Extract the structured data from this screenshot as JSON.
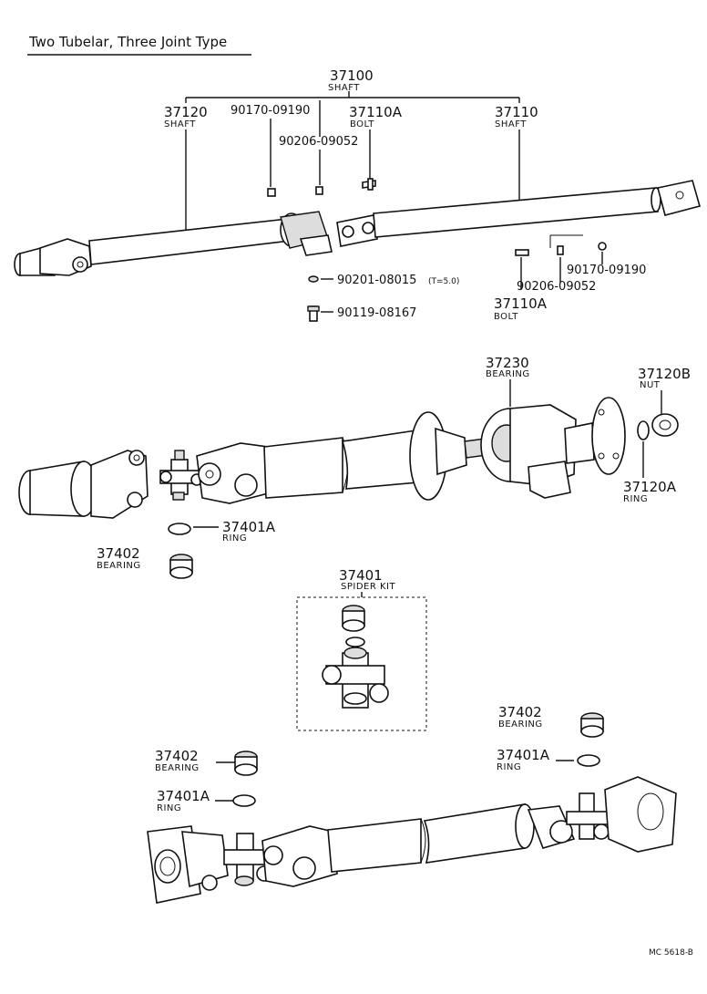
{
  "title": "Two Tubelar, Three Joint Type",
  "footer_code": "MC 5618-B",
  "top_assembly": {
    "shaft_main": {
      "number": "37100",
      "name": "SHAFT"
    },
    "shaft_front": {
      "number": "37120",
      "name": "SHAFT"
    },
    "shaft_rear": {
      "number": "37110",
      "name": "SHAFT"
    },
    "bolt_top": {
      "number": "37110A",
      "name": "BOLT"
    },
    "bolt_right": {
      "number": "37110A",
      "name": "BOLT"
    },
    "nut_top": "90170-09190",
    "washer_top": "90206-09052",
    "nut_right": "90170-09190",
    "washer_right": "90206-09052",
    "shim": "90201-08015",
    "shim_note": "(T=5.0)",
    "bolt_small": "90119-08167"
  },
  "middle_assembly": {
    "bearing_center": {
      "number": "37230",
      "name": "BEARING"
    },
    "nut": {
      "number": "37120B",
      "name": "NUT"
    },
    "ring_flange": {
      "number": "37120A",
      "name": "RING"
    },
    "ring": {
      "number": "37401A",
      "name": "RING"
    },
    "bearing": {
      "number": "37402",
      "name": "BEARING"
    }
  },
  "spider_kit": {
    "number": "37401",
    "name": "SPIDER KIT"
  },
  "bottom_assembly": {
    "bearing_right": {
      "number": "37402",
      "name": "BEARING"
    },
    "ring_right": {
      "number": "37401A",
      "name": "RING"
    },
    "bearing_left": {
      "number": "37402",
      "name": "BEARING"
    },
    "ring_left": {
      "number": "37401A",
      "name": "RING"
    }
  }
}
